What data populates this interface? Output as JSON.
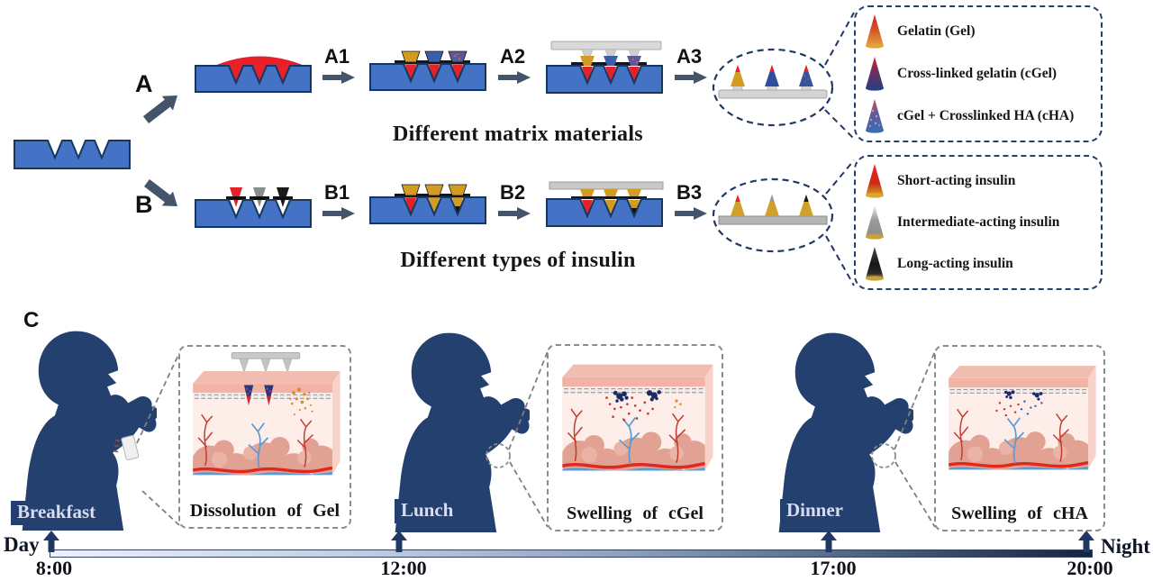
{
  "colors": {
    "mold_blue": "#4472c4",
    "mold_border": "#17375e",
    "navy": "#1f3864",
    "arrow_gray": "#44546a",
    "gel_red": "#e8202a",
    "insulin_gold": "#d29b22",
    "silhouette_navy": "#24406f",
    "plate_gray": "#d4d4d4",
    "skin_pink": "#fdeee9",
    "vessel_red": "#e0281e",
    "vessel_blue": "#5b9bd5"
  },
  "fabrication": {
    "branch_a_label": "A",
    "branch_b_label": "B",
    "steps_a": [
      "A1",
      "A2",
      "A3"
    ],
    "steps_b": [
      "B1",
      "B2",
      "B3"
    ],
    "title_a": "Different matrix materials",
    "title_b": "Different types of insulin",
    "legend_matrix": {
      "items": [
        {
          "label": "Gelatin (Gel)",
          "cone": "red-to-gold"
        },
        {
          "label": "Cross-linked gelatin (cGel)",
          "cone": "red-to-navy"
        },
        {
          "label": "cGel + Crosslinked HA (cHA)",
          "cone": "speckled-red-blue"
        }
      ]
    },
    "legend_insulin": {
      "items": [
        {
          "label": "Short-acting insulin",
          "cone": "red-gold-base"
        },
        {
          "label": "Intermediate-acting insulin",
          "cone": "gray-gold-base"
        },
        {
          "label": "Long-acting insulin",
          "cone": "black-gold-base"
        }
      ]
    }
  },
  "timeline_panel": {
    "label": "C",
    "meals": [
      "Breakfast",
      "Lunch",
      "Dinner"
    ],
    "inset_captions": [
      "Dissolution of Gel",
      "Swelling of cGel",
      "Swelling of cHA"
    ],
    "day_label": "Day",
    "night_label": "Night",
    "times": [
      "8:00",
      "12:00",
      "17:00",
      "20:00"
    ]
  }
}
